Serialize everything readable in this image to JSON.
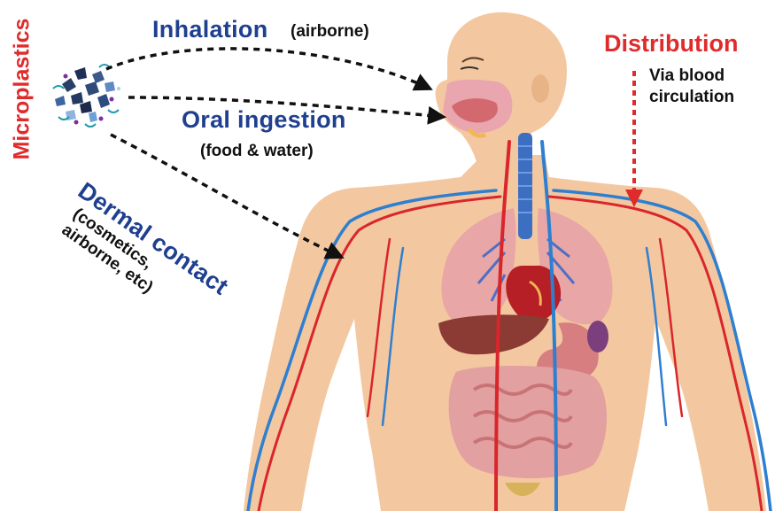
{
  "source_label": "Microplastics",
  "routes": [
    {
      "title": "Inhalation",
      "detail": "(airborne)"
    },
    {
      "title": "Oral ingestion",
      "detail": "(food & water)"
    },
    {
      "title": "Dermal contact",
      "detail_lines": [
        "(cosmetics,",
        "airborne, etc)"
      ]
    }
  ],
  "distribution": {
    "title": "Distribution",
    "detail": "Via blood circulation"
  },
  "colors": {
    "route_title": "#1f3f8f",
    "distribution": "#e02b2b",
    "arrow": "#111111",
    "skin": "#f3c8a0",
    "artery": "#d9262b",
    "vein": "#2f7fd0"
  },
  "icons": [
    "microplastic-cluster-icon",
    "human-body-icon",
    "lungs-icon",
    "heart-icon",
    "liver-icon",
    "stomach-icon",
    "intestine-icon",
    "blood-vessel-icon"
  ]
}
